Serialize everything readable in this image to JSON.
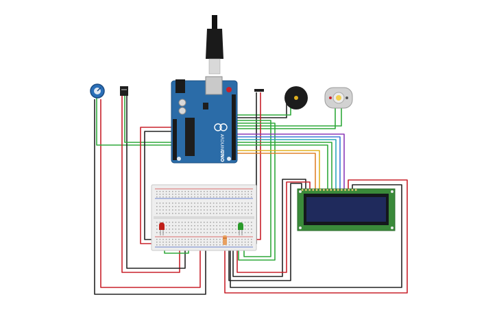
{
  "components": {
    "arduino": {
      "model": "UNO",
      "brand": "ARDUINO",
      "board_color": "#2b6ca8"
    },
    "lcd": {
      "type": "16x2",
      "pcb_color": "#3a8a3a",
      "screen_color": "#1f2a5c"
    },
    "leds": {
      "red_color": "#c0201a",
      "green_color": "#2a9a2a"
    },
    "buzzer": {
      "color": "#222222"
    },
    "motor": {
      "color": "#cfcfcf"
    },
    "potentiometer": {
      "color": "#2a6fb8"
    }
  },
  "wire_colors": {
    "red": "#c8202a",
    "black": "#222222",
    "green": "#2fa83a",
    "yellow": "#e0b020",
    "orange": "#e0802a",
    "blue": "#3a7ad8",
    "purple": "#8a3ab8",
    "teal": "#2aa8b8"
  }
}
